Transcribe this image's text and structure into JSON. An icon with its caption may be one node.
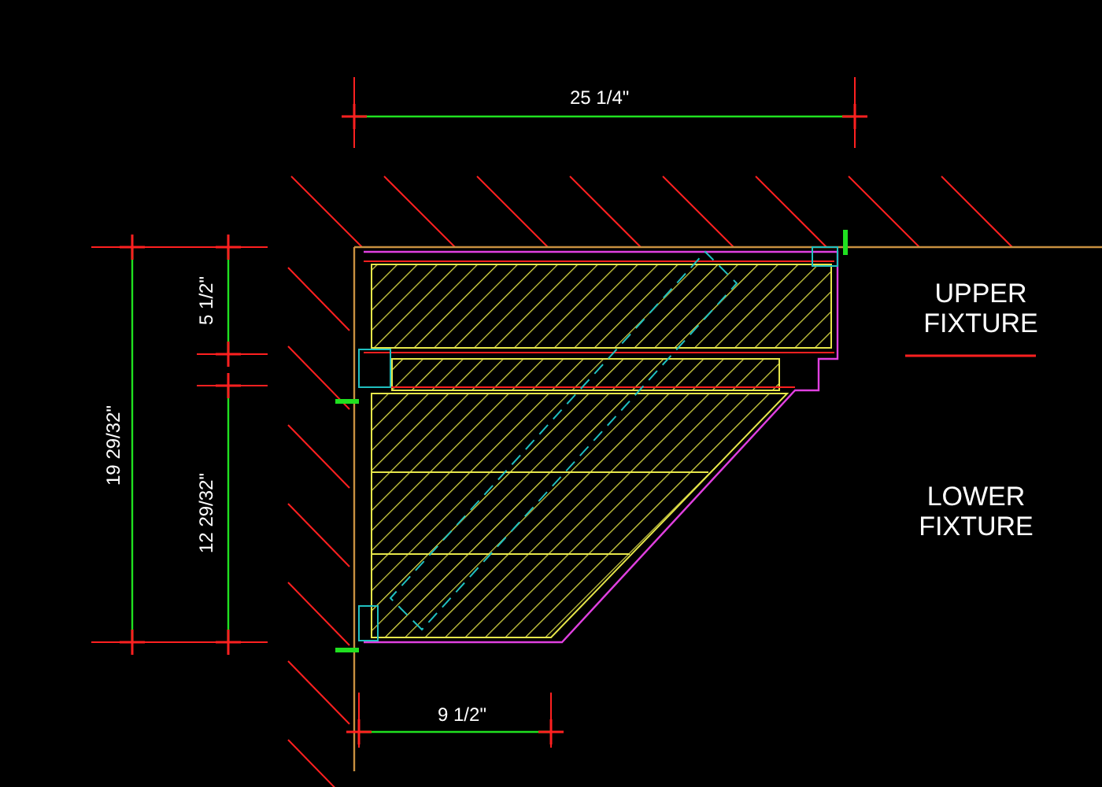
{
  "diagram": {
    "labels": [
      "25 1/4\"",
      "5 1/2\"",
      "19 29/32\"",
      "12 29/32\"",
      "UPPER FIXTURE",
      "LOWER FIXTURE",
      "9 1/2\""
    ]
  }
}
